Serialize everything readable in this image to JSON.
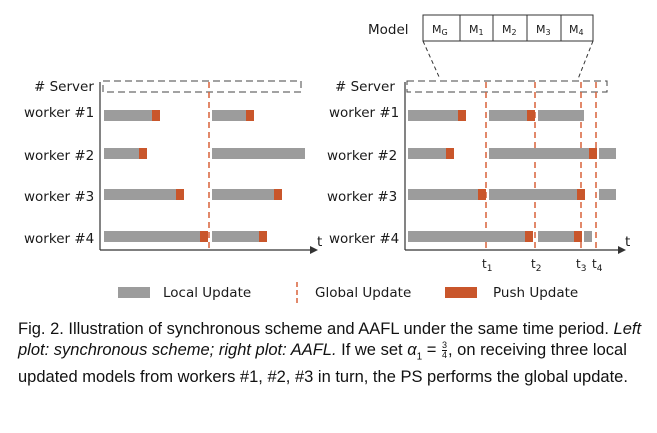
{
  "model": {
    "label": "Model",
    "cells": [
      {
        "base": "M",
        "sub": "G"
      },
      {
        "base": "M",
        "sub": "1"
      },
      {
        "base": "M",
        "sub": "2"
      },
      {
        "base": "M",
        "sub": "3"
      },
      {
        "base": "M",
        "sub": "4"
      }
    ]
  },
  "rows": {
    "server": "# Server",
    "workers": [
      "worker #1",
      "worker #2",
      "worker #3",
      "worker #4"
    ]
  },
  "axis_label": "t",
  "time_ticks": [
    {
      "base": "t",
      "sub": "1"
    },
    {
      "base": "t",
      "sub": "2"
    },
    {
      "base": "t",
      "sub": "3"
    },
    {
      "base": "t",
      "sub": "4"
    }
  ],
  "legend": {
    "local": "Local Update",
    "global": "Global Update",
    "push": "Push Update"
  },
  "colors": {
    "local": "#9c9c9c",
    "push": "#c9562b",
    "global": "#d9623a",
    "axis": "#333333",
    "dashed_box": "#444444"
  },
  "caption": {
    "fig": "Fig. 2. Illustration of synchronous scheme and AAFL under the same time period.",
    "italic": "Left plot: synchronous scheme; right plot: AAFL.",
    "lead": "If we set",
    "alpha": "α",
    "alpha_sub": "1",
    "eq": "=",
    "frac_num": "3",
    "frac_den": "4",
    "rest": ", on receiving three local updated models from workers #1, #2, #3 in turn, the PS performs the global update."
  }
}
